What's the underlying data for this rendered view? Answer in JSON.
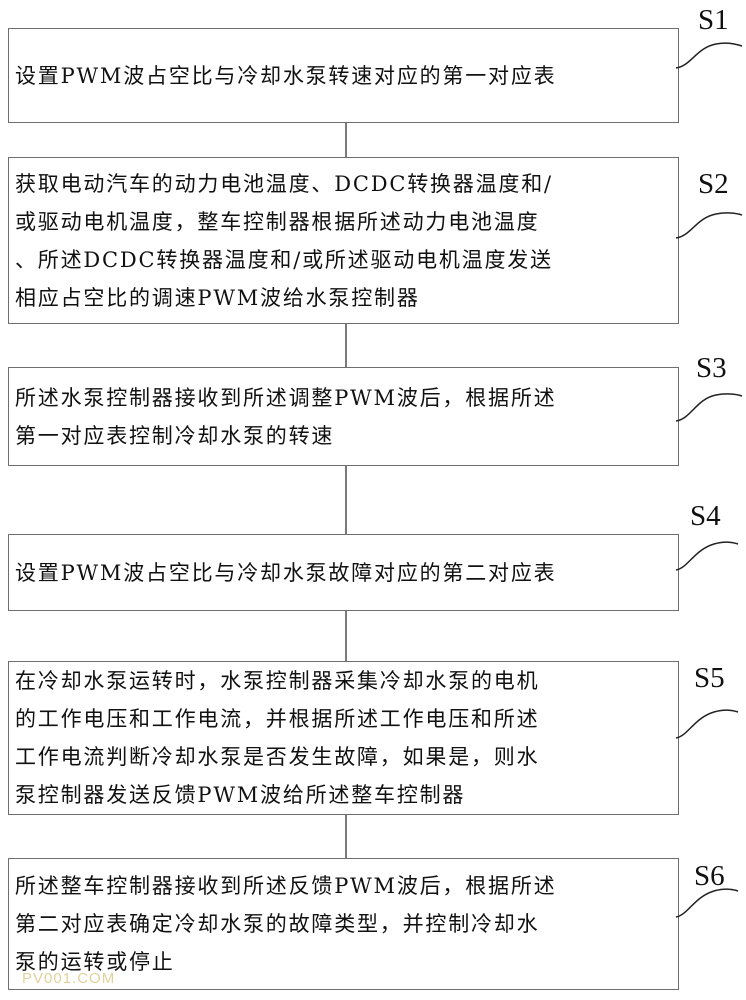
{
  "steps": [
    {
      "label": "S1",
      "lines": [
        "设置PWM波占空比与冷却水泵转速对应的第一对应表"
      ]
    },
    {
      "label": "S2",
      "lines": [
        "获取电动汽车的动力电池温度、DCDC转换器温度和/",
        "或驱动电机温度，整车控制器根据所述动力电池温度",
        "、所述DCDC转换器温度和/或所述驱动电机温度发送",
        "相应占空比的调速PWM波给水泵控制器"
      ]
    },
    {
      "label": "S3",
      "lines": [
        "所述水泵控制器接收到所述调整PWM波后，根据所述",
        "第一对应表控制冷却水泵的转速"
      ]
    },
    {
      "label": "S4",
      "lines": [
        "设置PWM波占空比与冷却水泵故障对应的第二对应表"
      ]
    },
    {
      "label": "S5",
      "lines": [
        "在冷却水泵运转时，水泵控制器采集冷却水泵的电机",
        "的工作电压和工作电流，并根据所述工作电压和所述",
        "工作电流判断冷却水泵是否发生故障，如果是，则水",
        "泵控制器发送反馈PWM波给所述整车控制器"
      ]
    },
    {
      "label": "S6",
      "lines": [
        "所述整车控制器接收到所述反馈PWM波后，根据所述",
        "第二对应表确定冷却水泵的故障类型，并控制冷却水",
        "泵的运转或停止"
      ]
    }
  ],
  "watermark": "PV001.COM"
}
